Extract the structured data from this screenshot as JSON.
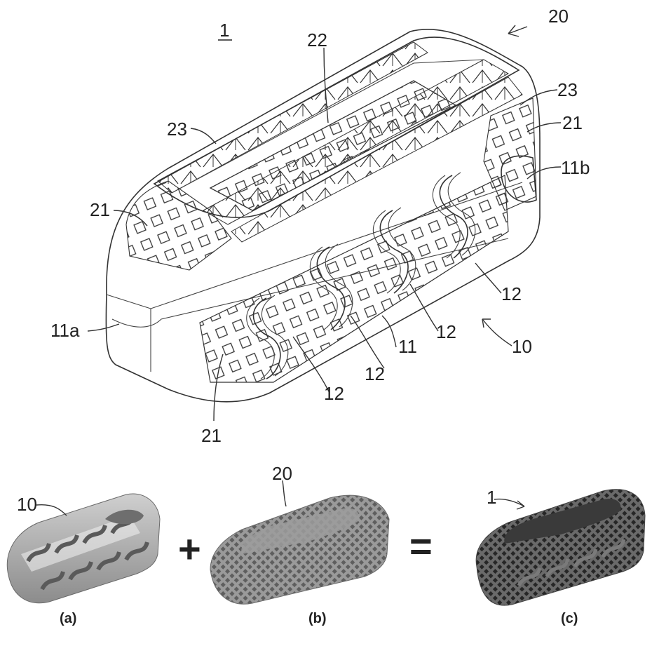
{
  "figure": {
    "main_ref": "1",
    "labels": {
      "l20": "20",
      "l22": "22",
      "l23_left": "23",
      "l23_right": "23",
      "l21_right": "21",
      "l11b": "11b",
      "l21_left": "21",
      "l11a": "11a",
      "l12_a": "12",
      "l12_b": "12",
      "l12_c": "12",
      "l12_d": "12",
      "l11": "11",
      "l10": "10",
      "l21_bottom": "21"
    }
  },
  "photos": {
    "photo_a_ref": "10",
    "photo_b_ref": "20",
    "photo_c_ref": "1",
    "plus": "+",
    "equals": "=",
    "cap_a": "(a)",
    "cap_b": "(b)",
    "cap_c": "(c)"
  },
  "colors": {
    "frame_gray": "#a9a9a9",
    "lattice_gray": "#8a8a8a",
    "combined_dark": "#4a4a4a"
  }
}
